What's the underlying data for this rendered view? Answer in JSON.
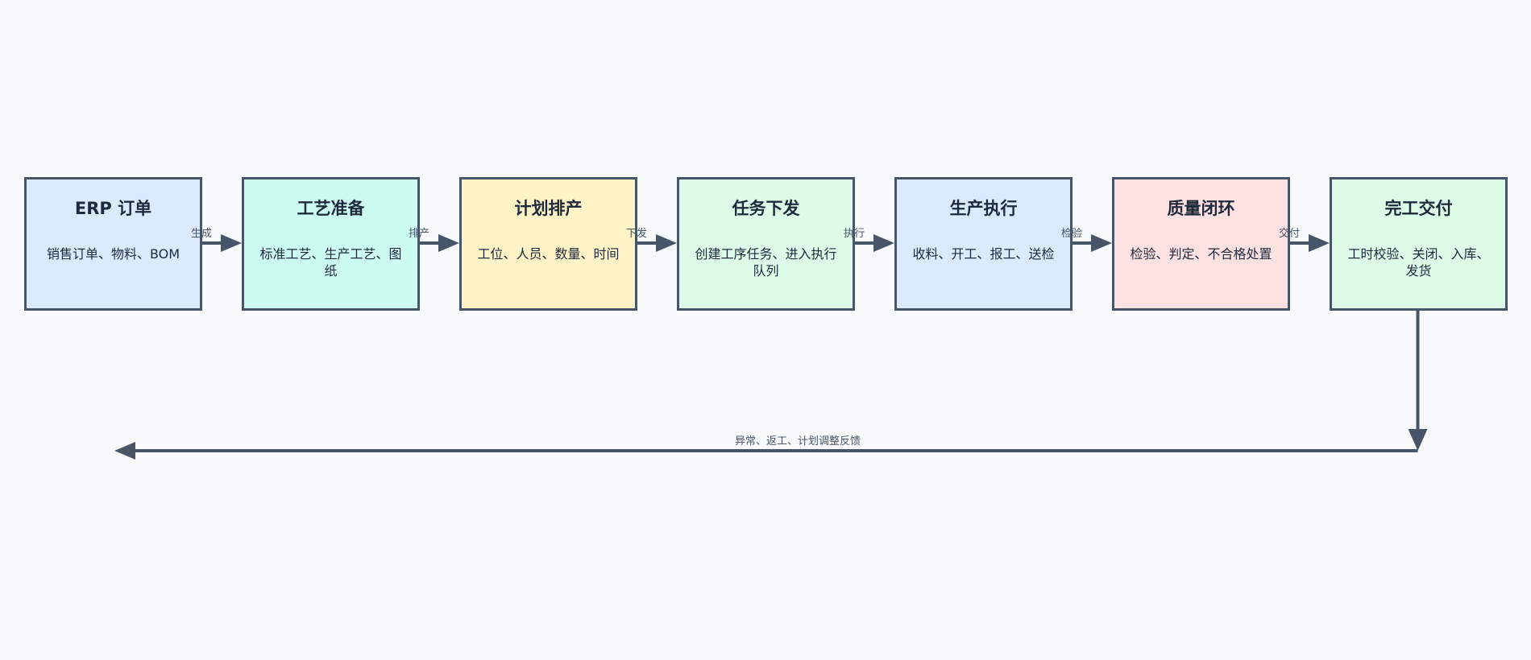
{
  "nodes": [
    {
      "title": "ERP 订单",
      "desc": "销售订单、物料、BOM",
      "color": "#dbeafe"
    },
    {
      "title": "工艺准备",
      "desc": "标准工艺、生产工艺、图纸",
      "color": "#ccfbf1"
    },
    {
      "title": "计划排产",
      "desc": "工位、人员、数量、时间",
      "color": "#fef3c7"
    },
    {
      "title": "任务下发",
      "desc": "创建工序任务、进入执行队列",
      "color": "#dcfce7"
    },
    {
      "title": "生产执行",
      "desc": "收料、开工、报工、送检",
      "color": "#dbeafe"
    },
    {
      "title": "质量闭环",
      "desc": "检验、判定、不合格处置",
      "color": "#fee2e2"
    },
    {
      "title": "完工交付",
      "desc": "工时校验、关闭、入库、发货",
      "color": "#dcfce7"
    }
  ],
  "edges": [
    "生成",
    "排产",
    "下发",
    "执行",
    "检验",
    "交付"
  ],
  "feedback": {
    "label": "异常、返工、计划调整反馈"
  },
  "colors": {
    "stroke": "#475569",
    "background": "#f8fafc"
  }
}
